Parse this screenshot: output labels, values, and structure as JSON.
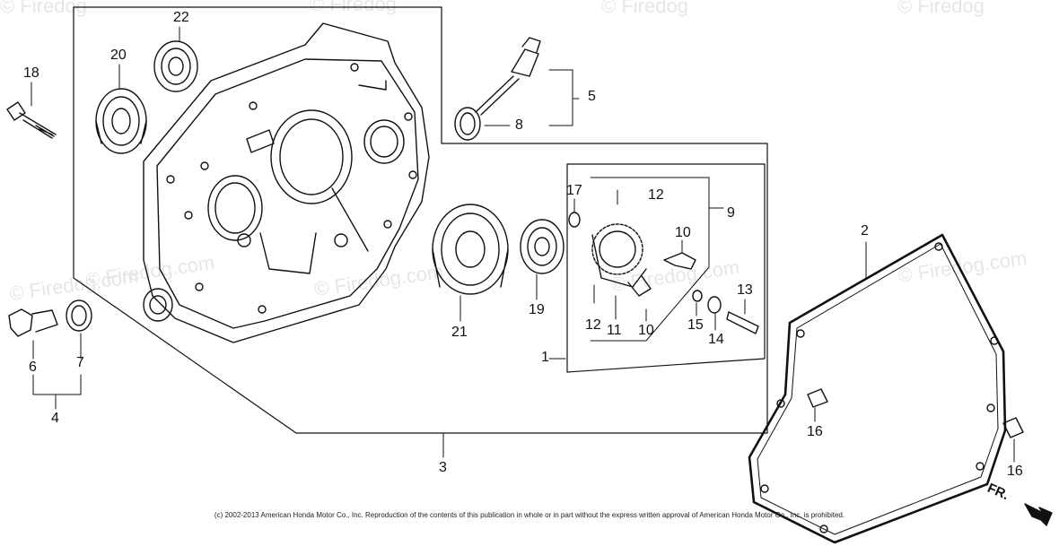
{
  "watermarks": [
    "© Firedog",
    "© Firedog",
    "© Firedog.com",
    "© Firedog.com",
    "© Firedog.com",
    "© Firedog.com",
    "© Firedog.com",
    "© Firedog",
    "© Firedog"
  ],
  "callouts": {
    "c22": "22",
    "c20": "20",
    "c18": "18",
    "c5": "5",
    "c8": "8",
    "c17": "17",
    "c12a": "12",
    "c9": "9",
    "c10a": "10",
    "c2": "2",
    "c13": "13",
    "c15": "15",
    "c14": "14",
    "c12b": "12",
    "c11": "11",
    "c10b": "10",
    "c19": "19",
    "c21": "21",
    "c1": "1",
    "c6": "6",
    "c7": "7",
    "c4": "4",
    "c3": "3",
    "c16a": "16",
    "c16b": "16"
  },
  "front_marker": "FR.",
  "copyright": "(c) 2002-2013 American Honda Motor Co., Inc. Reproduction of the contents of this publication in whole or in part without the express written approval of American Honda Motor Co., Inc. is prohibited."
}
